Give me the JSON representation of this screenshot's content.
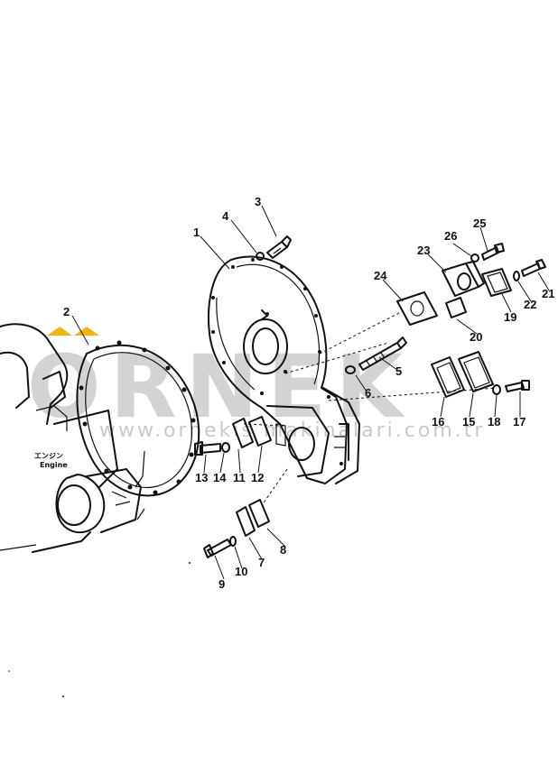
{
  "watermark": {
    "brand": "ORNEK",
    "url": "www.ornekis makinalari.com.tr",
    "accent_color": "#f2b705"
  },
  "engine_label": {
    "japanese": "エンジン",
    "english": "Engine"
  },
  "parts": [
    {
      "id": "1",
      "label": "1"
    },
    {
      "id": "2",
      "label": "2"
    },
    {
      "id": "3",
      "label": "3"
    },
    {
      "id": "4",
      "label": "4"
    },
    {
      "id": "5",
      "label": "5"
    },
    {
      "id": "6",
      "label": "6"
    },
    {
      "id": "7",
      "label": "7"
    },
    {
      "id": "8",
      "label": "8"
    },
    {
      "id": "9",
      "label": "9"
    },
    {
      "id": "10",
      "label": "10"
    },
    {
      "id": "11",
      "label": "11"
    },
    {
      "id": "12",
      "label": "12"
    },
    {
      "id": "13",
      "label": "13"
    },
    {
      "id": "14",
      "label": "14"
    },
    {
      "id": "15",
      "label": "15"
    },
    {
      "id": "16",
      "label": "16"
    },
    {
      "id": "17",
      "label": "17"
    },
    {
      "id": "18",
      "label": "18"
    },
    {
      "id": "19",
      "label": "19"
    },
    {
      "id": "20",
      "label": "20"
    },
    {
      "id": "21",
      "label": "21"
    },
    {
      "id": "22",
      "label": "22"
    },
    {
      "id": "23",
      "label": "23"
    },
    {
      "id": "24",
      "label": "24"
    },
    {
      "id": "25",
      "label": "25"
    },
    {
      "id": "26",
      "label": "26"
    }
  ]
}
